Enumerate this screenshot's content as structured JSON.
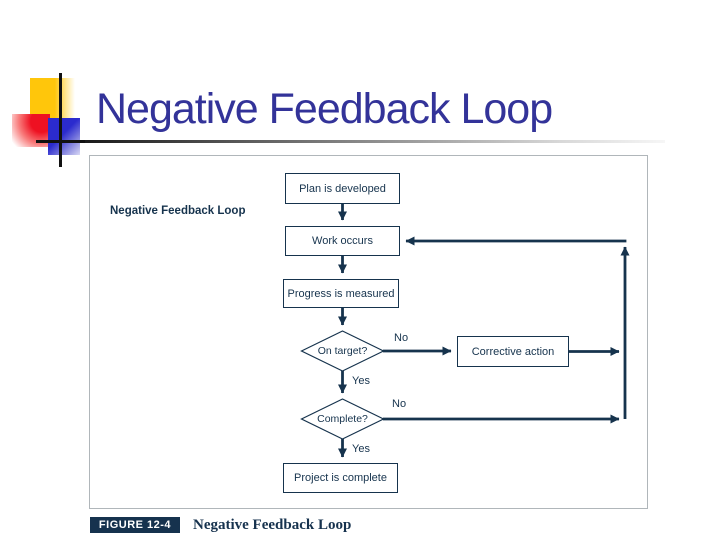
{
  "slide": {
    "title": "Negative Feedback Loop"
  },
  "figure": {
    "label": "Negative Feedback Loop",
    "nodes": {
      "plan": "Plan is developed",
      "work": "Work occurs",
      "progress": "Progress is measured",
      "on_target": "On target?",
      "corrective": "Corrective action",
      "complete": "Complete?",
      "project": "Project is complete"
    },
    "branches": {
      "on_target_no": "No",
      "on_target_yes": "Yes",
      "complete_no": "No",
      "complete_yes": "Yes"
    }
  },
  "caption": {
    "badge": "FIGURE 12-4",
    "title": "Negative Feedback Loop"
  },
  "colors": {
    "title_text": "#333399",
    "diagram_ink": "#16334D",
    "badge_bg": "#16324E",
    "ornament_yellow": "#FFC60B",
    "ornament_red": "#EE1122",
    "ornament_blue": "#2B2BCE"
  }
}
